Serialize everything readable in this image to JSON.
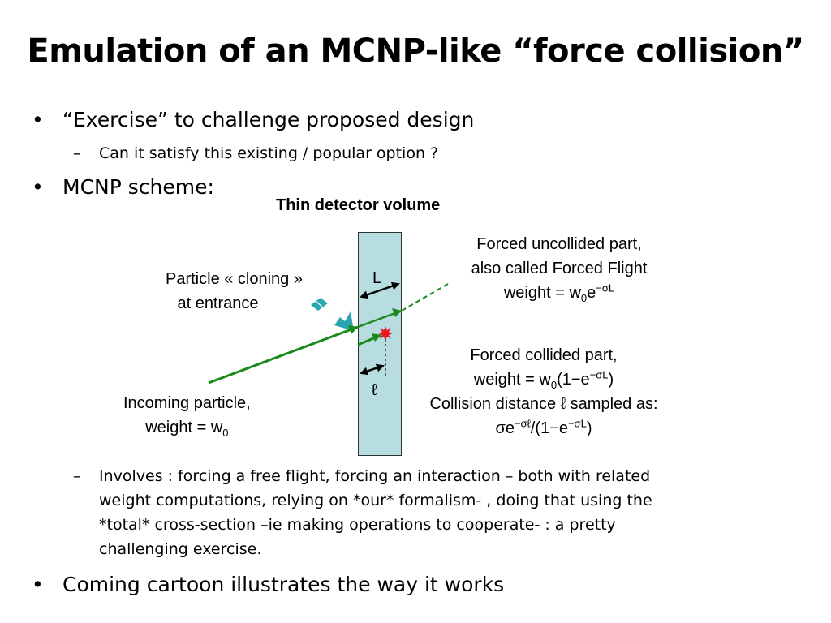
{
  "title": "Emulation of an MCNP-like “force collision”",
  "bullets": {
    "b1": "“Exercise” to challenge proposed design",
    "b1_sub": "Can it satisfy this existing / popular option ?",
    "b2": "MCNP scheme:",
    "b2_sub": [
      "Involves : forcing a free flight, forcing an interaction – both with related",
      "weight computations, relying on *our* formalism- , doing that using the",
      "*total* cross-section –ie making operations to cooperate- : a pretty",
      "challenging exercise."
    ],
    "b3": "Coming cartoon illustrates the way it works",
    "bullet_char": "•",
    "dash_char": "–"
  },
  "diagram": {
    "detector_title": "Thin detector volume",
    "particle_cloning": [
      "Particle « cloning »",
      "at entrance"
    ],
    "L_label": "L",
    "ell_label": "ℓ",
    "incoming": {
      "line1": "Incoming particle,",
      "line2_prefix": "weight = w",
      "line2_sub": "0"
    },
    "uncollided": {
      "line1": "Forced uncollided part,",
      "line2": "also called Forced Flight",
      "line3_prefix": "weight = w",
      "line3_sub": "0",
      "line3_e": "e",
      "line3_sup": "−σL"
    },
    "collided": {
      "line1": "Forced collided part,",
      "line2_prefix": "weight = w",
      "line2_sub": "0",
      "line2_mid": "(1−e",
      "line2_sup": "−σL",
      "line2_end": ")",
      "line3": "Collision distance ℓ sampled as:",
      "line4_a": "σe",
      "line4_sup1": "−σℓ",
      "line4_b": "/(1−e",
      "line4_sup2": "−σL",
      "line4_c": ")"
    },
    "colors": {
      "detector_fill": "#b7dde0",
      "track": "#1a8a1a",
      "cloning_arrow": "#2aa6b0",
      "collision": "#e8181e"
    }
  }
}
